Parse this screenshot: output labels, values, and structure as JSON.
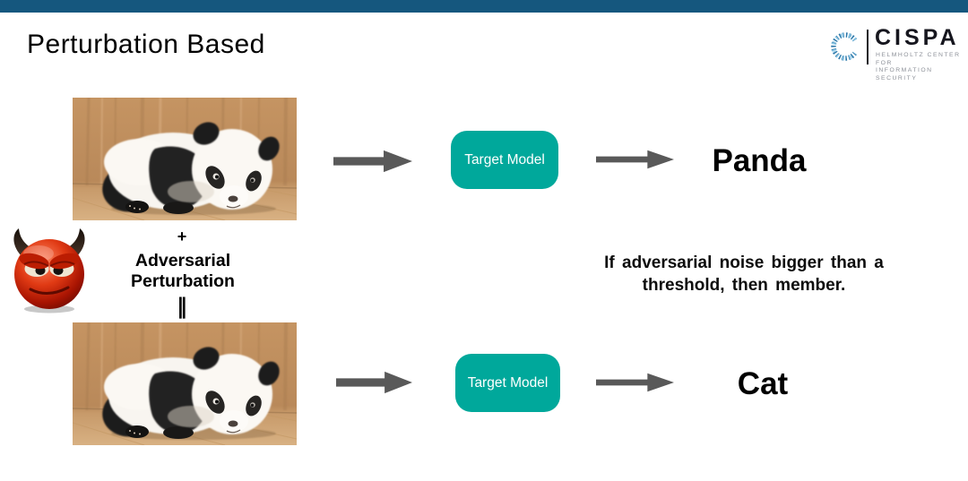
{
  "slide": {
    "title": "Perturbation Based",
    "topbar_color": "#15577E"
  },
  "logo": {
    "icon": "cispa-spinner-icon",
    "wordmark": "CISPA",
    "subtitle_line1": "HELMHOLTZ CENTER FOR",
    "subtitle_line2": "INFORMATION SECURITY"
  },
  "diagram": {
    "attacker_icon": "devil-emoji",
    "input_image": "baby-panda-photo",
    "plus_sign": "+",
    "perturbation_line1": "Adversarial",
    "perturbation_line2": "Perturbation",
    "equals_sign": "‖",
    "rows": [
      {
        "model_label": "Target Model",
        "prediction": "Panda"
      },
      {
        "model_label": "Target Model",
        "prediction": "Cat"
      }
    ],
    "rule_line1": "If adversarial noise bigger than a",
    "rule_line2": "threshold, then member.",
    "model_box_color": "#00A89B",
    "arrow_color": "#595959"
  }
}
